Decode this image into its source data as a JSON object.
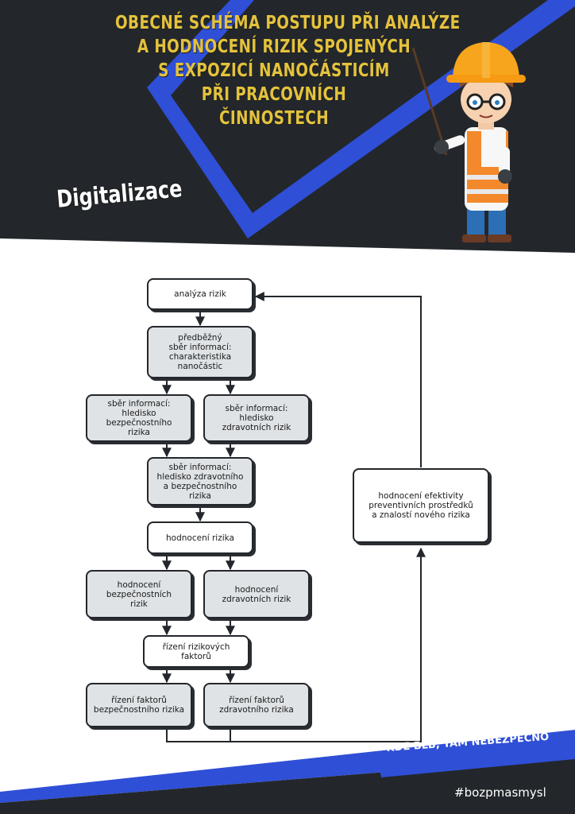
{
  "header": {
    "title_lines": [
      "OBECNÉ SCHÉMA POSTUPU PŘI ANALÝZE",
      "A HODNOCENÍ RIZIK SPOJENÝCH",
      "S EXPOZICÍ NANOČÁSTICÍM",
      "PŘI PRACOVNÍCH",
      "ČINNOSTECH"
    ],
    "section_label": "Digitalizace"
  },
  "flow": {
    "boxes": {
      "analyza": "analýza rizik",
      "predbezny": "předběžný\nsběr informací:\ncharakteristika\nnanočástic",
      "sber_bezp": "sběr informací:\nhledisko\nbezpečnostního\nrizika",
      "sber_zdrav": "sběr informací:\nhledisko\nzdravotních rizik",
      "sber_komb": "sběr informací:\nhledisko zdravotního\na bezpečnostního\nrizika",
      "hodnoceni": "hodnocení rizika",
      "hod_bezp": "hodnocení\nbezpečnostních\nrizik",
      "hod_zdrav": "hodnocení\nzdravotních rizik",
      "rizeni": "řízení rizikových\nfaktorů",
      "riz_bezp": "řízení faktorů\nbezpečnostního rizika",
      "riz_zdrav": "řízení faktorů\nzdravotního rizika",
      "efektivita": "hodnocení efektivity\npreventivních prostředků\na znalostí nového rizika"
    }
  },
  "footer": {
    "slogan": "KDE BLB, TAM NEBEZPEČNO",
    "hashtag": "#bozpmasmysl"
  },
  "colors": {
    "dark": "#23272b",
    "blue": "#2f4fd6",
    "gold": "#e4c23c",
    "box_gray": "#dfe3e6"
  }
}
